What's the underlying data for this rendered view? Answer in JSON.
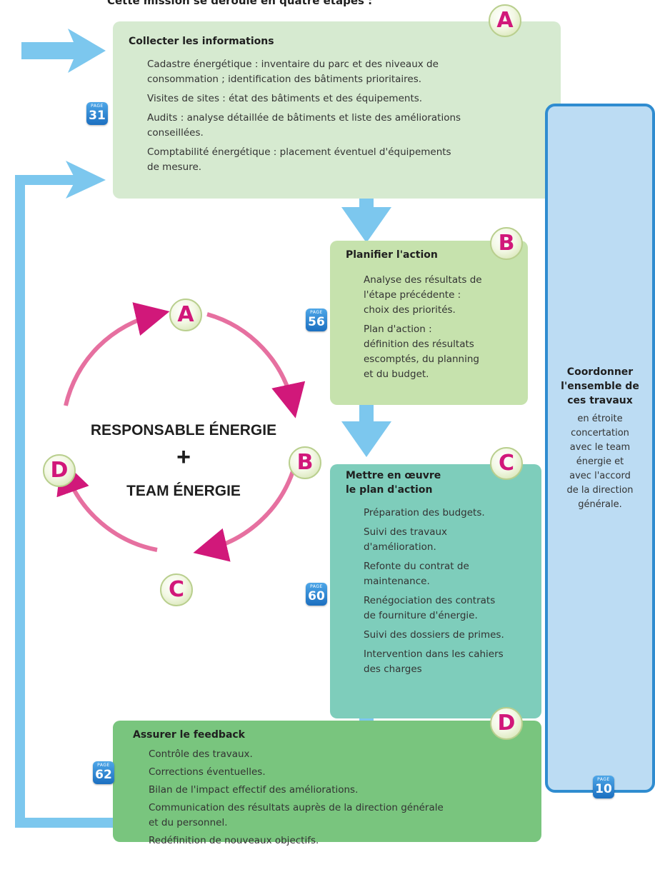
{
  "header": {
    "title": "Cette mission se déroule en quatre étapes :"
  },
  "steps": {
    "a": {
      "letter": "A",
      "title": "Collecter les informations",
      "page_label": "PAGE",
      "page": "31",
      "items": [
        "Cadastre énergétique : inventaire du parc et des niveaux de",
        "consommation ; identification des bâtiments prioritaires.",
        "Visites de sites : état des bâtiments et des équipements.",
        "Audits : analyse détaillée de bâtiments et liste des améliorations",
        "conseillées.",
        "Comptabilité énergétique : placement éventuel d'équipements",
        "de mesure."
      ]
    },
    "b": {
      "letter": "B",
      "title": "Planifier l'action",
      "page_label": "PAGE",
      "page": "56",
      "items": [
        "Analyse des résultats de",
        "l'étape précédente :",
        "choix des priorités.",
        "Plan d'action :",
        "définition des résultats",
        "escomptés, du planning",
        "et du budget."
      ]
    },
    "c": {
      "letter": "C",
      "title_line1": "Mettre en œuvre",
      "title_line2": "le plan d'action",
      "page_label": "PAGE",
      "page": "60",
      "items": [
        "Préparation des budgets.",
        "Suivi des travaux",
        "d'amélioration.",
        "Refonte du contrat de",
        "maintenance.",
        "Renégociation des contrats",
        "de fourniture d'énergie.",
        "Suivi des dossiers de primes.",
        "Intervention dans les cahiers",
        "des charges"
      ]
    },
    "d": {
      "letter": "D",
      "title": "Assurer le feedback",
      "page_label": "PAGE",
      "page": "62",
      "items": [
        "Contrôle des travaux.",
        "Corrections éventuelles.",
        "Bilan de l'impact effectif des améliorations.",
        "Communication des résultats auprès de la direction générale",
        "et du personnel.",
        "Redéfinition de nouveaux objectifs."
      ]
    }
  },
  "coordination": {
    "title": [
      "Coordonner",
      "l'ensemble de",
      "ces travaux"
    ],
    "text": [
      "en étroite",
      "concertation",
      "avec le team",
      "énergie et",
      "avec l'accord",
      "de la direction",
      "générale."
    ],
    "page_label": "PAGE",
    "page": "10"
  },
  "cycle": {
    "line1": "RESPONSABLE ÉNERGIE",
    "plus": "+",
    "line2": "TEAM ÉNERGIE",
    "letters": [
      "A",
      "B",
      "C",
      "D"
    ]
  },
  "colors": {
    "magenta": "#d1187a",
    "arrow_blue": "#7cc7ee",
    "box_a": "#d6ead0",
    "box_b": "#c6e2ad",
    "box_c": "#7ecdbb",
    "box_d": "#79c57e",
    "coord_fill": "#bcdcf3",
    "coord_border": "#2f8cd0"
  }
}
